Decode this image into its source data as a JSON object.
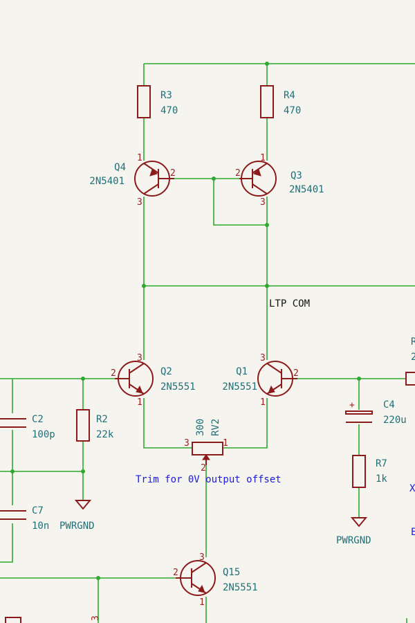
{
  "components": {
    "r3": {
      "ref": "R3",
      "value": "470"
    },
    "r4": {
      "ref": "R4",
      "value": "470"
    },
    "q4": {
      "ref": "Q4",
      "value": "2N5401"
    },
    "q3": {
      "ref": "Q3",
      "value": "2N5401"
    },
    "q2": {
      "ref": "Q2",
      "value": "2N5551"
    },
    "q1": {
      "ref": "Q1",
      "value": "2N5551"
    },
    "q15": {
      "ref": "Q15",
      "value": "2N5551"
    },
    "c2": {
      "ref": "C2",
      "value": "100p"
    },
    "c7": {
      "ref": "C7",
      "value": "10n"
    },
    "r2": {
      "ref": "R2",
      "value": "22k"
    },
    "c4": {
      "ref": "C4",
      "value": "220u"
    },
    "r7": {
      "ref": "R7",
      "value": "1k"
    },
    "rv2": {
      "ref": "RV2",
      "value": "300"
    }
  },
  "pins": {
    "p1": "1",
    "p2": "2",
    "p3": "3"
  },
  "labels": {
    "ltp_com": "LTP COM",
    "trim_note": "Trim for 0V output offset",
    "pwrgnd_left": "PWRGND",
    "pwrgnd_right": "PWRGND"
  },
  "edge_fragments": {
    "right_top": "2",
    "right_x": "X",
    "right_b": "E",
    "r5_ref": "R"
  },
  "colors": {
    "wire": "#2ea82e",
    "component": "#8b1a1a",
    "reference_text": "#1f6f78",
    "note_text": "#1a1adf",
    "background": "#f5f4ef"
  }
}
